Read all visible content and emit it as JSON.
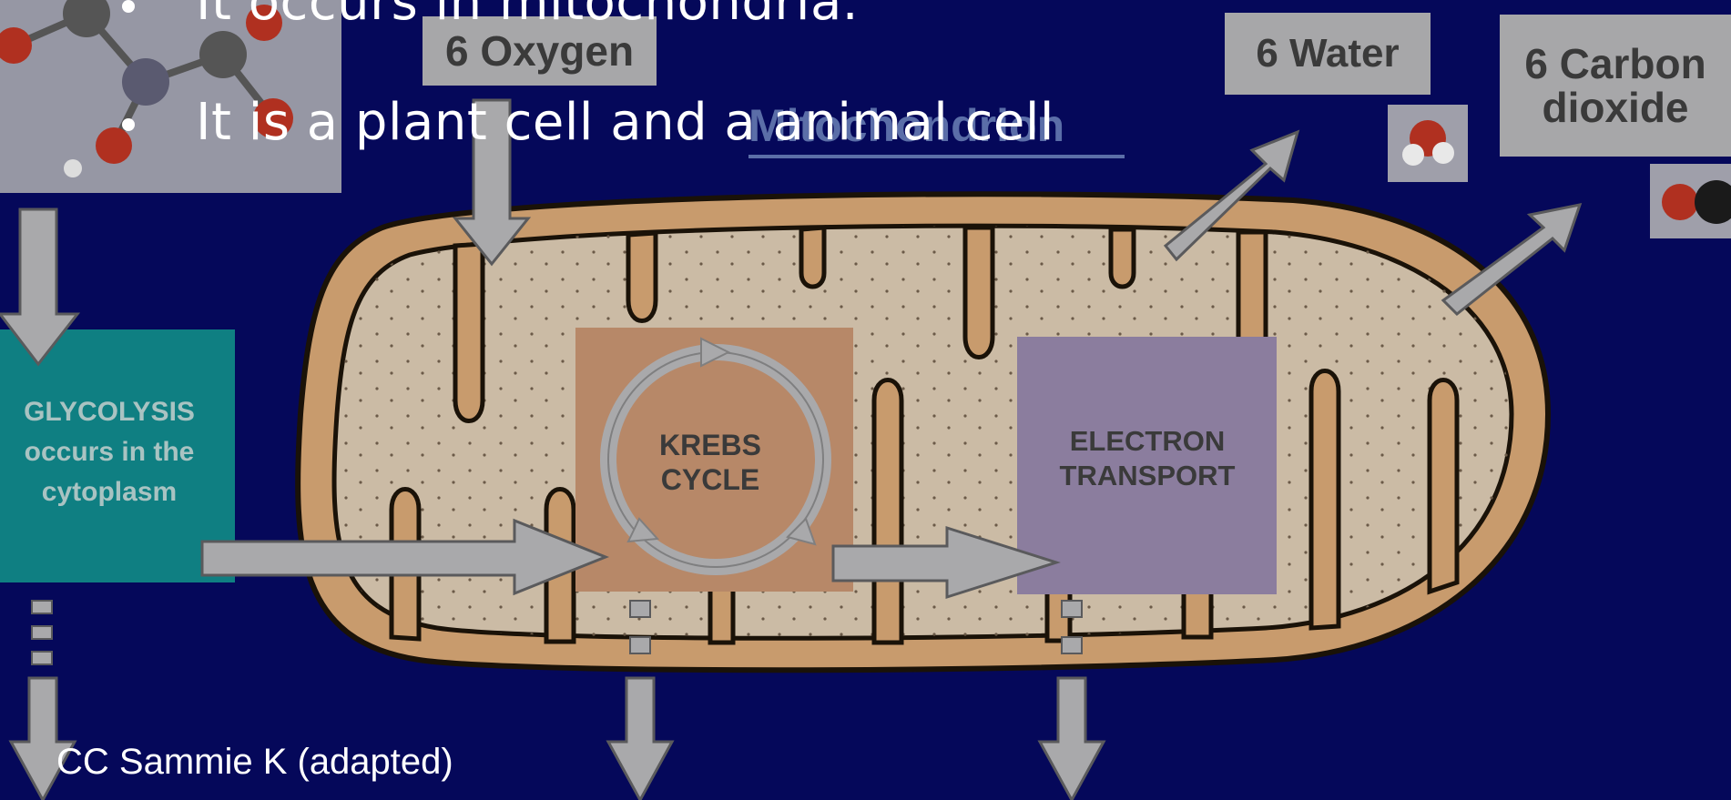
{
  "slide": {
    "bullets": [
      {
        "text": "It occurs in mitochondria."
      },
      {
        "text": "It is a plant cell and a animal cell"
      }
    ],
    "caption": "CC Sammie K (adapted)"
  },
  "diagram": {
    "inputs": {
      "oxygen": "6 Oxygen",
      "water": "6 Water",
      "carbon_dioxide_line1": "6 Carbon",
      "carbon_dioxide_line2": "dioxide"
    },
    "title_label": "Mitochondrion",
    "glycolysis": {
      "line1": "GLYCOLYSIS",
      "line2": "occurs in the",
      "line3": "cytoplasm"
    },
    "krebs": {
      "line1": "KREBS",
      "line2": "CYCLE"
    },
    "electron": {
      "line1": "ELECTRON",
      "line2": "TRANSPORT"
    },
    "colors": {
      "background": "#05085a",
      "membrane": "#c89b6d",
      "matrix": "#cbbba5",
      "glycolysis_box": "#0f7f82",
      "krebs_box": "#b78868",
      "electron_box": "#8b7d9e",
      "arrow": "#a9a9ab"
    }
  }
}
